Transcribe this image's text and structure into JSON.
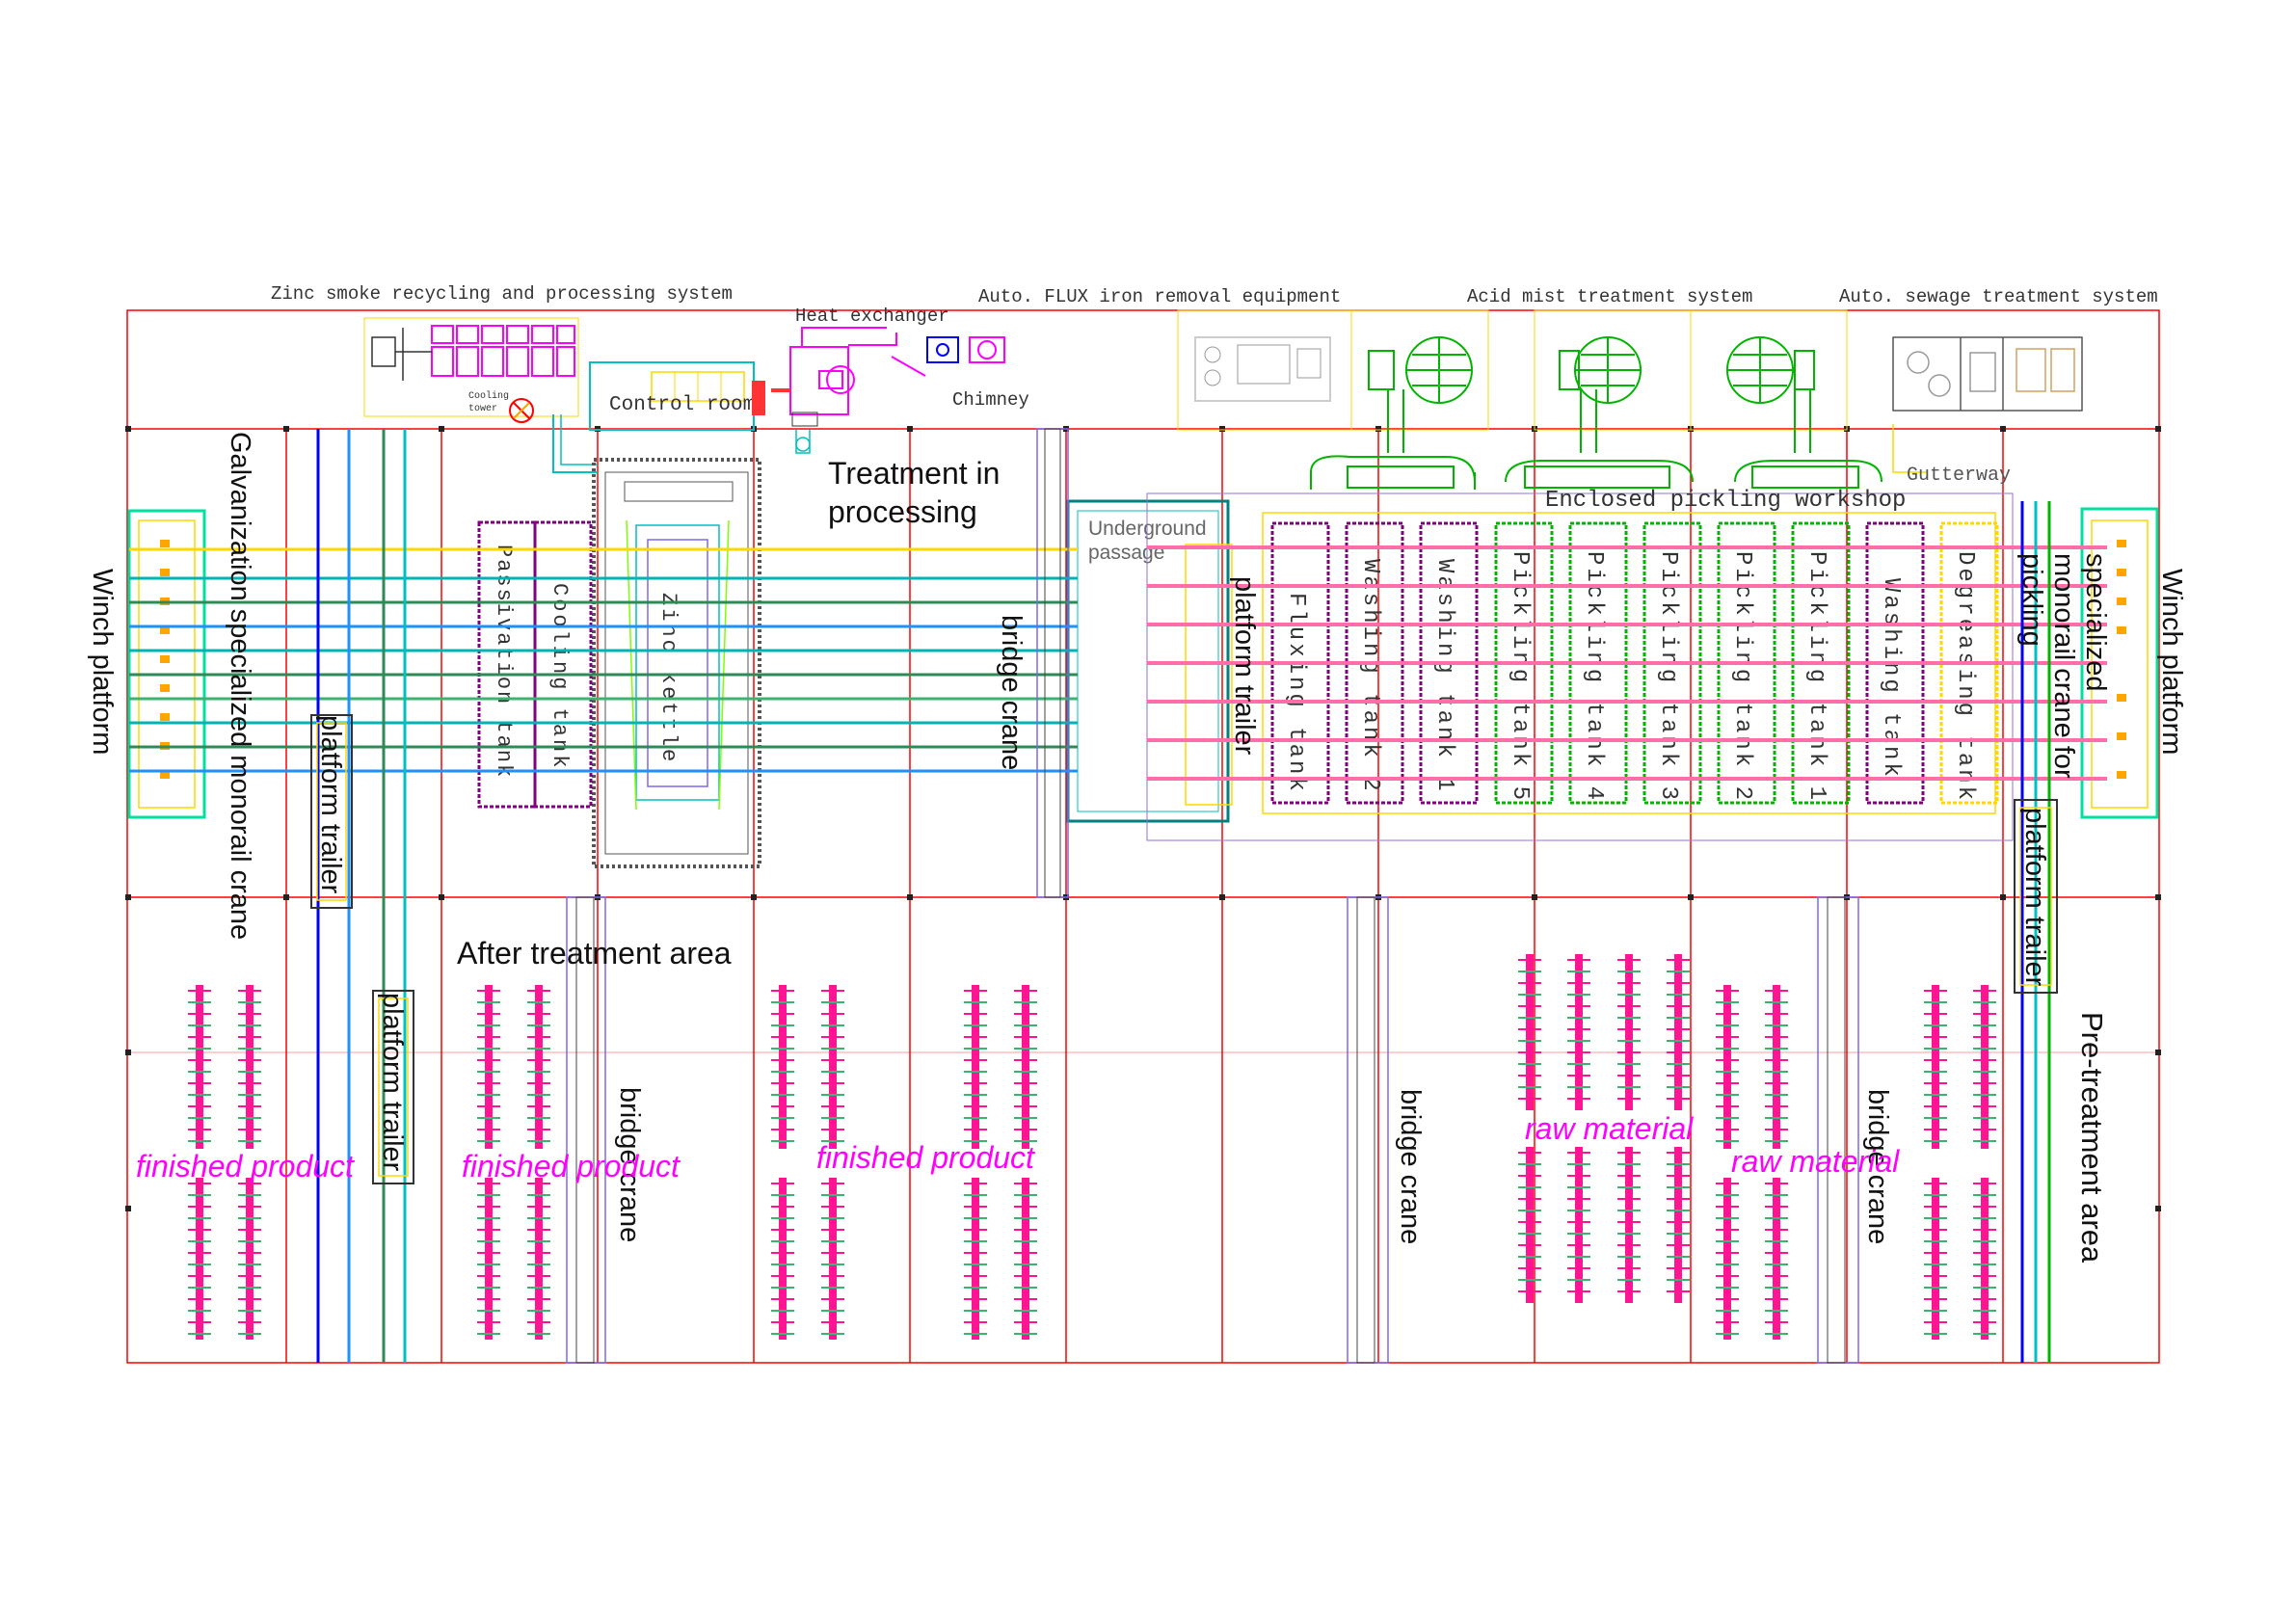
{
  "top_systems": {
    "zinc_smoke": "Zinc smoke recycling and processing system",
    "heat_exchanger": "Heat exchanger",
    "flux_iron": "Auto. FLUX iron removal equipment",
    "acid_mist": "Acid mist treatment system",
    "sewage": "Auto. sewage treatment system",
    "control_room": "Control room",
    "chimney": "Chimney",
    "cooling_tower_1": "Cooling",
    "cooling_tower_2": "tower",
    "gutterway": "Gutterway"
  },
  "workshop": {
    "title": "Enclosed pickling workshop",
    "passage_1": "Underground",
    "passage_2": "passage",
    "tanks": [
      "Fluxing tank",
      "Washing tank 2",
      "Washing tank 1",
      "Pickling tank 5",
      "Pickling tank 4",
      "Pickling tank 3",
      "Pickling tank 2",
      "Pickling tank 1",
      "Washing tank",
      "Degreasing tank"
    ]
  },
  "galv_line": {
    "treatment_1": "Treatment in",
    "treatment_2": "processing",
    "passivation": "Passivation tank",
    "cooling": "Cooling tank",
    "zinc_kettle": "Zinc kettle"
  },
  "vertical_labels": {
    "winch_left": "Winch platform",
    "galv_crane": "Galvanization specialized monorail crane",
    "bridge_crane_top": "bridge crane",
    "platform_trailer_mid": "platform trailer",
    "pickling_crane_1": "specialized",
    "pickling_crane_2": "monorail crane for",
    "pickling_crane_3": "pickling",
    "winch_right": "Winch platform",
    "platform_trailer_1": "platform trailer",
    "platform_trailer_2": "platform trailer",
    "platform_trailer_right": "platform trailer",
    "bridge_crane_1": "bridge crane",
    "bridge_crane_2": "bridge crane",
    "bridge_crane_3": "bridge crane",
    "pretreatment": "Pre-treatment area"
  },
  "areas": {
    "after_treatment": "After treatment area",
    "finished_1": "finished product",
    "finished_2": "finished product",
    "finished_3": "finished product",
    "raw_1": "raw material",
    "raw_2": "raw material"
  },
  "colors": {
    "grid": "#ff0000",
    "tank_green": "#00b400",
    "tank_purple": "#800080",
    "rack_magenta": "#ff1493",
    "label_magenta": "#ff00ff",
    "rail_blue": "#0000ff",
    "rail_cyan": "#00c0c0",
    "yellow": "#ffd700"
  }
}
